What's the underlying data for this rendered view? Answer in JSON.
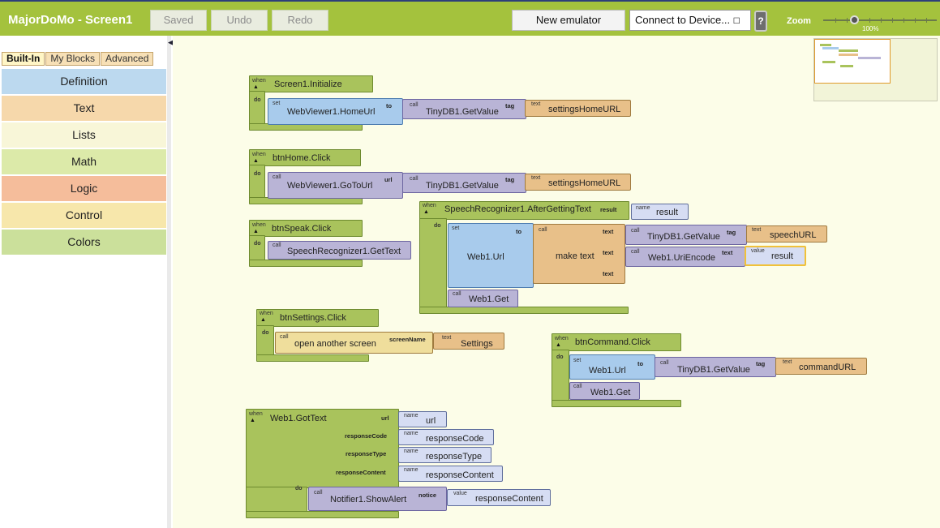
{
  "app": {
    "title": "MajorDoMo - Screen1"
  },
  "toolbar": {
    "saved": "Saved",
    "undo": "Undo",
    "redo": "Redo",
    "new_emulator": "New emulator",
    "connect": "Connect to Device...",
    "connect_icon": "☐",
    "help": "?",
    "zoom_label": "Zoom",
    "zoom_value": "100%"
  },
  "tabs": [
    "Built-In",
    "My Blocks",
    "Advanced"
  ],
  "drawers": [
    {
      "label": "Definition",
      "color": "#bcd9ef"
    },
    {
      "label": "Text",
      "color": "#f6d8ab"
    },
    {
      "label": "Lists",
      "color": "#f8f6d8"
    },
    {
      "label": "Math",
      "color": "#dceaa9"
    },
    {
      "label": "Logic",
      "color": "#f5bd9b"
    },
    {
      "label": "Control",
      "color": "#f7e7ab"
    },
    {
      "label": "Colors",
      "color": "#cbe09b"
    }
  ],
  "kw": {
    "when": "when",
    "do": "do",
    "set": "set",
    "to": "to",
    "call": "call",
    "text": "text",
    "tag": "tag",
    "url": "url",
    "name": "name",
    "value": "value",
    "result": "result",
    "screenName": "screenName",
    "notice": "notice",
    "responseCode": "responseCode",
    "responseType": "responseType",
    "responseContent": "responseContent"
  },
  "blocks": {
    "b1": {
      "event": "Screen1.Initialize",
      "setter": "WebViewer1.HomeUrl",
      "call": "TinyDB1.GetValue",
      "text": "settingsHomeURL"
    },
    "b2": {
      "event": "btnHome.Click",
      "call1": "WebViewer1.GoToUrl",
      "call2": "TinyDB1.GetValue",
      "text": "settingsHomeURL"
    },
    "b3": {
      "event": "btnSpeak.Click",
      "call": "SpeechRecognizer1.GetText"
    },
    "b4": {
      "event": "SpeechRecognizer1.AfterGettingText",
      "param": "result",
      "setter": "Web1.Url",
      "make": "make text",
      "call1": "TinyDB1.GetValue",
      "text1": "speechURL",
      "call2": "Web1.UriEncode",
      "value": "result",
      "call3": "Web1.Get"
    },
    "b5": {
      "event": "btnSettings.Click",
      "call": "open another screen",
      "text": "Settings"
    },
    "b6": {
      "event": "btnCommand.Click",
      "setter": "Web1.Url",
      "call": "TinyDB1.GetValue",
      "text": "commandURL",
      "call2": "Web1.Get"
    },
    "b7": {
      "event": "Web1.GotText",
      "p1": "url",
      "p2": "responseCode",
      "p3": "responseType",
      "p4": "responseContent",
      "call": "Notifier1.ShowAlert",
      "value": "responseContent"
    }
  }
}
